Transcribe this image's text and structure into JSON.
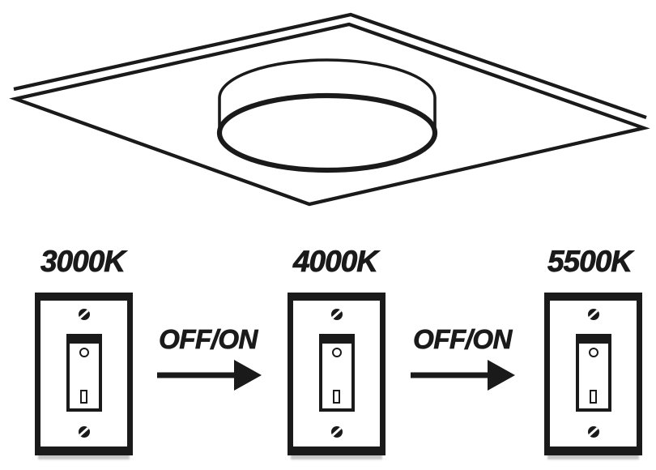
{
  "colors": {
    "ink": "#1a1a1a",
    "background": "#ffffff"
  },
  "illustration": {
    "icon": "ceiling-panel-drum-light-illustration"
  },
  "switches": [
    {
      "label": "3000K",
      "icon": "toggle-light-switch-icon"
    },
    {
      "label": "4000K",
      "icon": "toggle-light-switch-icon"
    },
    {
      "label": "5500K",
      "icon": "toggle-light-switch-icon"
    }
  ],
  "transitions": [
    {
      "label": "OFF/ON",
      "icon": "arrow-right-icon"
    },
    {
      "label": "OFF/ON",
      "icon": "arrow-right-icon"
    }
  ]
}
